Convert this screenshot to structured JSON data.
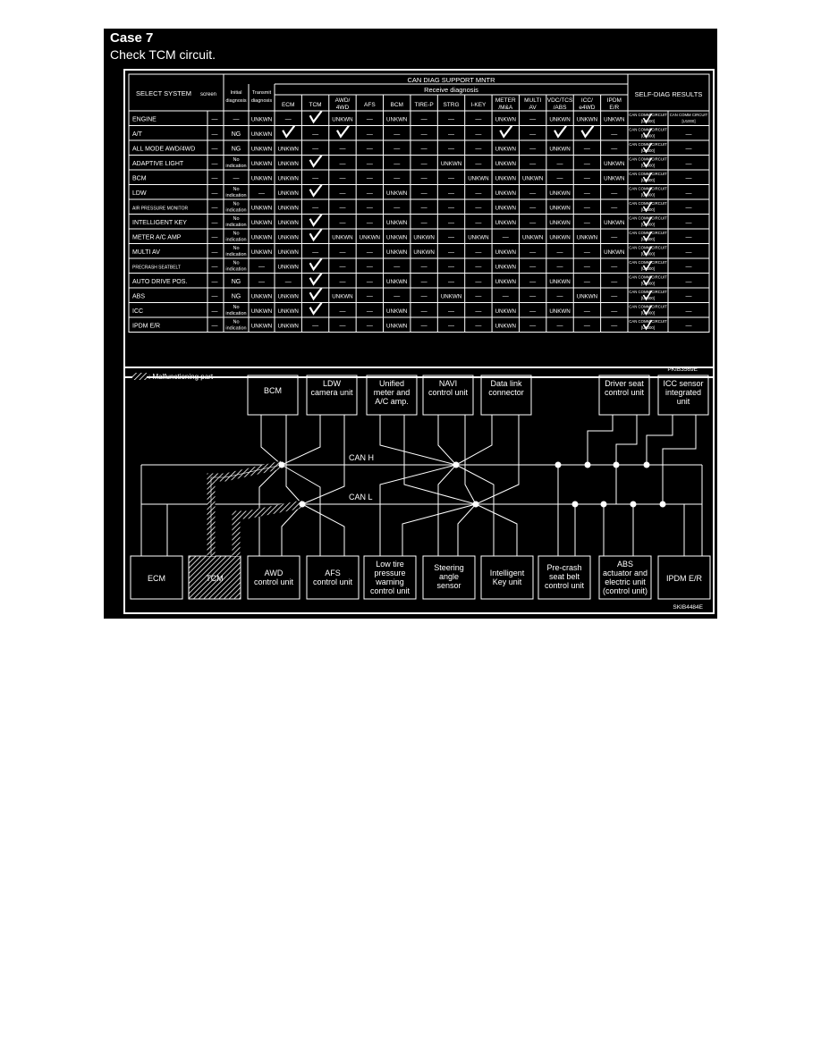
{
  "case_title": "Case 7",
  "case_subtitle": "Check TCM circuit.",
  "table": {
    "title": "CAN DIAG SUPPORT MNTR",
    "select_system_label": "SELECT SYSTEM",
    "screen_label": "screen",
    "initial_diag": [
      "Initial",
      "diagnosis"
    ],
    "transmit_diag": [
      "Transmit",
      "diagnosis"
    ],
    "receive_diag_label": "Receive diagnosis",
    "self_diag_label": "SELF-DIAG RESULTS",
    "receive_columns": [
      [
        "ECM"
      ],
      [
        "TCM"
      ],
      [
        "AWD/",
        "4WD"
      ],
      [
        "AFS"
      ],
      [
        "BCM"
      ],
      [
        "TIRE-P"
      ],
      [
        "STRG"
      ],
      [
        "I-KEY"
      ],
      [
        "METER",
        "/M&A"
      ],
      [
        "MULTI",
        "AV"
      ],
      [
        "VDC/TCS",
        "/ABS"
      ],
      [
        "ICC/",
        "e4WD"
      ],
      [
        "IPDM",
        "E/R"
      ]
    ],
    "self_diag_text": [
      "CAN COMM CIRCUIT",
      "[U1000]"
    ],
    "ref_code": "PKIB3569E",
    "rows": [
      {
        "system": "ENGINE",
        "initial": "—",
        "transmit": "UNKWN",
        "receive": [
          "—",
          "CHK",
          "UNKWN",
          "—",
          "UNKWN",
          "—",
          "—",
          "—",
          "UNKWN",
          "—",
          "UNKWN",
          "UNKWN",
          "UNKWN"
        ],
        "self_diag": [
          "CAN",
          "CAN"
        ]
      },
      {
        "system": "A/T",
        "initial": "NG",
        "transmit": "UNKWN",
        "receive": [
          "CHK",
          "—",
          "CHK",
          "—",
          "—",
          "—",
          "—",
          "—",
          "CHK",
          "—",
          "CHK",
          "CHK",
          "—"
        ],
        "self_diag": [
          "CAN",
          "—"
        ]
      },
      {
        "system": "ALL MODE AWD/4WD",
        "initial": "NG",
        "transmit": "UNKWN",
        "receive": [
          "UNKWN",
          "—",
          "—",
          "—",
          "—",
          "—",
          "—",
          "—",
          "UNKWN",
          "—",
          "UNKWN",
          "—",
          "—"
        ],
        "self_diag": [
          "CAN",
          "—"
        ]
      },
      {
        "system": "ADAPTIVE LIGHT",
        "initial": "NO",
        "transmit": "UNKWN",
        "receive": [
          "UNKWN",
          "CHK",
          "—",
          "—",
          "—",
          "—",
          "UNKWN",
          "—",
          "UNKWN",
          "—",
          "—",
          "—",
          "UNKWN"
        ],
        "self_diag": [
          "CAN",
          "—"
        ]
      },
      {
        "system": "BCM",
        "initial": "—",
        "transmit": "UNKWN",
        "receive": [
          "UNKWN",
          "—",
          "—",
          "—",
          "—",
          "—",
          "—",
          "UNKWN",
          "UNKWN",
          "UNKWN",
          "—",
          "—",
          "UNKWN"
        ],
        "self_diag": [
          "CAN",
          "—"
        ]
      },
      {
        "system": "LDW",
        "initial": "NO",
        "transmit": "—",
        "receive": [
          "UNKWN",
          "CHK",
          "—",
          "—",
          "UNKWN",
          "—",
          "—",
          "—",
          "UNKWN",
          "—",
          "UNKWN",
          "—",
          "—"
        ],
        "self_diag": [
          "CAN",
          "—"
        ]
      },
      {
        "system": "AIR PRESSURE MONITOR",
        "initial": "NO",
        "transmit": "UNKWN",
        "receive": [
          "UNKWN",
          "—",
          "—",
          "—",
          "—",
          "—",
          "—",
          "—",
          "UNKWN",
          "—",
          "UNKWN",
          "—",
          "—"
        ],
        "self_diag": [
          "CAN",
          "—"
        ]
      },
      {
        "system": "INTELLIGENT KEY",
        "initial": "NO",
        "transmit": "UNKWN",
        "receive": [
          "UNKWN",
          "CHK",
          "—",
          "—",
          "UNKWN",
          "—",
          "—",
          "—",
          "UNKWN",
          "—",
          "UNKWN",
          "—",
          "UNKWN"
        ],
        "self_diag": [
          "CAN",
          "—"
        ]
      },
      {
        "system": "METER A/C AMP",
        "initial": "NO",
        "transmit": "UNKWN",
        "receive": [
          "UNKWN",
          "CHK",
          "UNKWN",
          "UNKWN",
          "UNKWN",
          "UNKWN",
          "—",
          "UNKWN",
          "—",
          "UNKWN",
          "UNKWN",
          "UNKWN",
          "—"
        ],
        "self_diag": [
          "CAN",
          "—"
        ]
      },
      {
        "system": "MULTI AV",
        "initial": "NO",
        "transmit": "UNKWN",
        "receive": [
          "UNKWN",
          "—",
          "—",
          "—",
          "UNKWN",
          "UNKWN",
          "—",
          "—",
          "UNKWN",
          "—",
          "—",
          "—",
          "UNKWN"
        ],
        "self_diag": [
          "CAN",
          "—"
        ]
      },
      {
        "system": "PRECRASH SEATBELT",
        "initial": "NO",
        "transmit": "—",
        "receive": [
          "UNKWN",
          "CHK",
          "—",
          "—",
          "—",
          "—",
          "—",
          "—",
          "UNKWN",
          "—",
          "—",
          "—",
          "—"
        ],
        "self_diag": [
          "CAN",
          "—"
        ]
      },
      {
        "system": "AUTO DRIVE POS.",
        "initial": "NG",
        "transmit": "—",
        "receive": [
          "—",
          "CHK",
          "—",
          "—",
          "UNKWN",
          "—",
          "—",
          "—",
          "UNKWN",
          "—",
          "UNKWN",
          "—",
          "—"
        ],
        "self_diag": [
          "CAN",
          "—"
        ]
      },
      {
        "system": "ABS",
        "initial": "NG",
        "transmit": "UNKWN",
        "receive": [
          "UNKWN",
          "CHK",
          "UNKWN",
          "—",
          "—",
          "—",
          "UNKWN",
          "—",
          "—",
          "—",
          "—",
          "UNKWN",
          "—"
        ],
        "self_diag": [
          "CAN",
          "—"
        ]
      },
      {
        "system": "ICC",
        "initial": "NO",
        "transmit": "UNKWN",
        "receive": [
          "UNKWN",
          "CHK",
          "—",
          "—",
          "UNKWN",
          "—",
          "—",
          "—",
          "UNKWN",
          "—",
          "UNKWN",
          "—",
          "—"
        ],
        "self_diag": [
          "CAN",
          "—"
        ]
      },
      {
        "system": "IPDM E/R",
        "initial": "NO",
        "transmit": "UNKWN",
        "receive": [
          "UNKWN",
          "—",
          "—",
          "—",
          "UNKWN",
          "—",
          "—",
          "—",
          "UNKWN",
          "—",
          "—",
          "—",
          "—"
        ],
        "self_diag": [
          "CAN",
          "—"
        ]
      }
    ],
    "values": {
      "dash": "—",
      "unknown": "UNKWN",
      "ng": "NG",
      "no_ind": [
        "No",
        "indication"
      ]
    }
  },
  "diagram": {
    "legend": ": Malfunctioning part",
    "can_h": "CAN H",
    "can_l": "CAN L",
    "ref_code": "SKIB4484E",
    "top_units": [
      [
        "BCM"
      ],
      [
        "LDW",
        "camera unit"
      ],
      [
        "Unified",
        "meter and",
        "A/C amp."
      ],
      [
        "NAVI",
        "control unit"
      ],
      [
        "Data link",
        "connector"
      ],
      [
        "Driver seat",
        "control unit"
      ],
      [
        "ICC sensor",
        "integrated",
        "unit"
      ]
    ],
    "bottom_units": [
      [
        "ECM"
      ],
      [
        "TCM"
      ],
      [
        "AWD",
        "control unit"
      ],
      [
        "AFS",
        "control unit"
      ],
      [
        "Low tire",
        "pressure",
        "warning",
        "control unit"
      ],
      [
        "Steering",
        "angle",
        "sensor"
      ],
      [
        "Intelligent",
        "Key unit"
      ],
      [
        "Pre-crash",
        "seat belt",
        "control unit"
      ],
      [
        "ABS",
        "actuator and",
        "electric unit",
        "(control unit)"
      ],
      [
        "IPDM E/R"
      ]
    ],
    "malfunctioning_unit": "TCM"
  }
}
